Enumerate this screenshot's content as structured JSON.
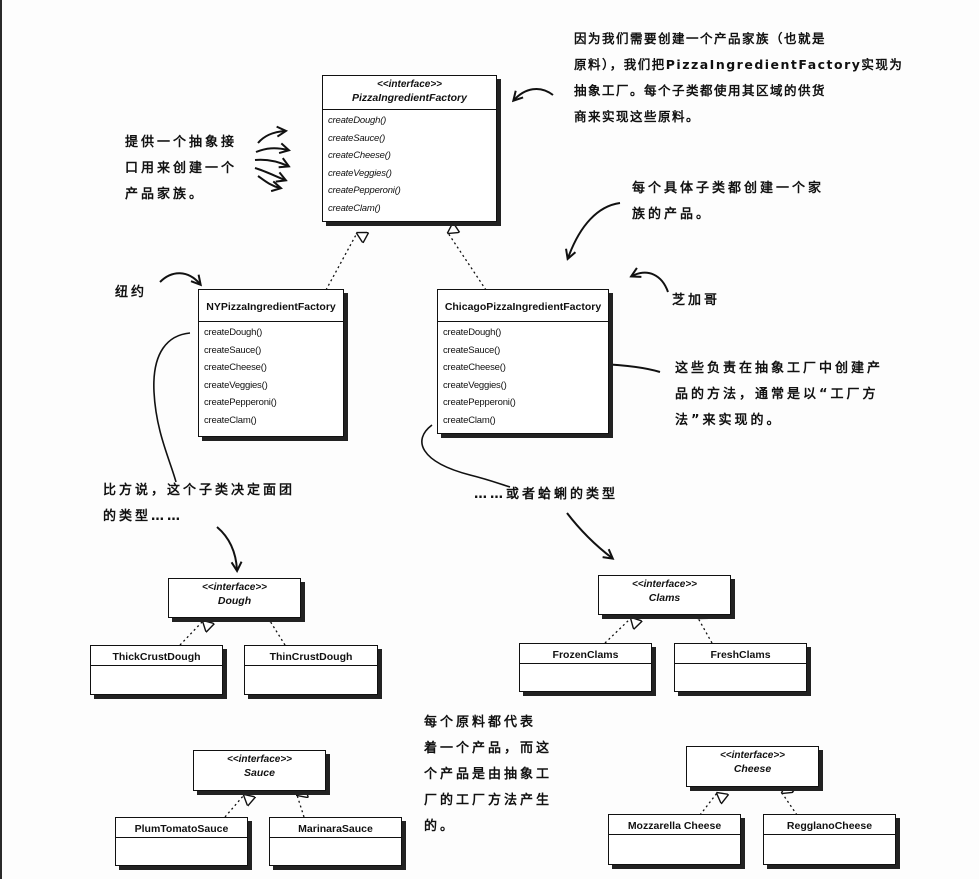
{
  "abstract_factory": {
    "stereotype": "<<interface>>",
    "name": "PizzaIngredientFactory",
    "methods": [
      "createDough()",
      "createSauce()",
      "createCheese()",
      "createVeggies()",
      "createPepperoni()",
      "createClam()"
    ]
  },
  "concrete_factories": [
    {
      "name": "NYPizzaIngredientFactory",
      "methods": [
        "createDough()",
        "createSauce()",
        "createCheese()",
        "createVeggies()",
        "createPepperoni()",
        "createClam()"
      ]
    },
    {
      "name": "ChicagoPizzaIngredientFactory",
      "methods": [
        "createDough()",
        "createSauce()",
        "createCheese()",
        "createVeggies()",
        "createPepperoni()",
        "createClam()"
      ]
    }
  ],
  "products": {
    "dough": {
      "stereotype": "<<interface>>",
      "name": "Dough",
      "impls": [
        "ThickCrustDough",
        "ThinCrustDough"
      ]
    },
    "clams": {
      "stereotype": "<<interface>>",
      "name": "Clams",
      "impls": [
        "FrozenClams",
        "FreshClams"
      ]
    },
    "sauce": {
      "stereotype": "<<interface>>",
      "name": "Sauce",
      "impls": [
        "PlumTomatoSauce",
        "MarinaraSauce"
      ]
    },
    "cheese": {
      "stereotype": "<<interface>>",
      "name": "Cheese",
      "impls": [
        "Mozzarella Cheese",
        "RegglanoCheese"
      ]
    }
  },
  "notes": {
    "top_right": "因为我们需要创建一个产品家族（也就是\n原料），我们把PizzaIngredientFactory实现为\n抽象工厂。每个子类都使用其区域的供货\n商来实现这些原料。",
    "left_interface": "提供一个抽象接\n口用来创建一个\n产品家族。",
    "each_subclass": "每个具体子类都创建一个家\n族的产品。",
    "new_york": "纽约",
    "chicago": "芝加哥",
    "factory_method": "这些负责在抽象工厂中创建产\n品的方法，通常是以“工厂方\n法”来实现的。",
    "dough_type": "比方说，这个子类决定面团\n的类型……",
    "clam_type": "……或者蛤蜊的类型",
    "each_ingredient": "每个原料都代表\n着一个产品，而这\n个产品是由抽象工\n厂的工厂方法产生\n的。"
  }
}
